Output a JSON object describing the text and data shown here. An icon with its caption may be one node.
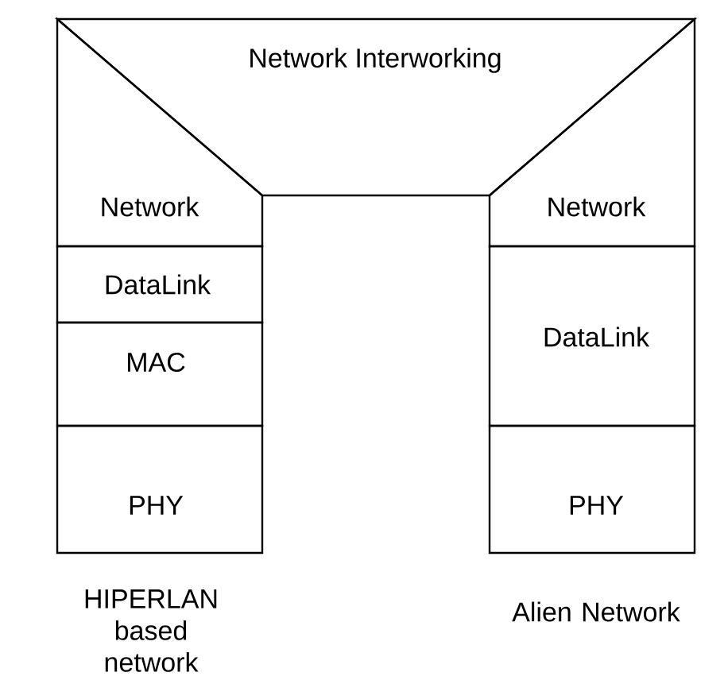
{
  "diagram": {
    "nodes": [
      {
        "text": [
          "Network Interworking"
        ]
      },
      {
        "text": [
          "Network"
        ]
      },
      {
        "text": [
          "DataLink"
        ]
      },
      {
        "text": [
          "MAC"
        ]
      },
      {
        "text": [
          "PHY"
        ]
      },
      {
        "text": [
          "Network"
        ]
      },
      {
        "text": [
          "DataLink"
        ]
      },
      {
        "text": [
          "PHY"
        ]
      }
    ],
    "labels": [
      "HIPERLAN based network",
      "Alien Network"
    ]
  }
}
